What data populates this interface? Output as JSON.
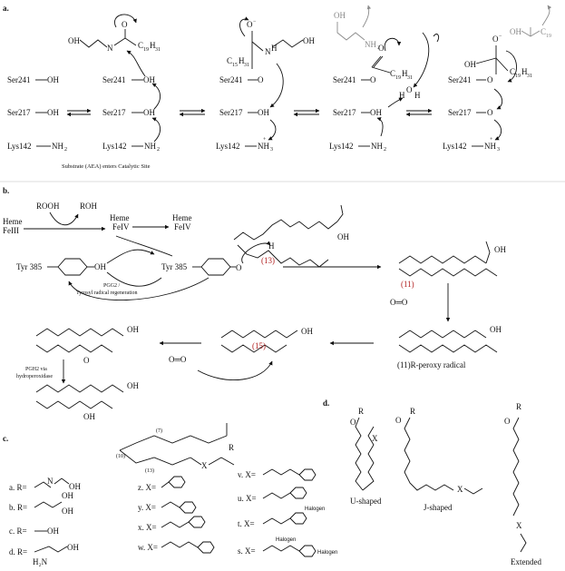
{
  "panels": {
    "a": "a.",
    "b": "b.",
    "c": "c.",
    "d": "d."
  },
  "panel_a": {
    "residues": {
      "ser241": "Ser241",
      "ser217": "Ser217",
      "lys142": "Lys142"
    },
    "groups": {
      "oh": "OH",
      "nh2": "NH",
      "nh3": "NH",
      "o": "O",
      "o_minus": "O",
      "n": "N",
      "h": "H",
      "c15": "C",
      "c19": "C"
    },
    "subs": {
      "h2": "2",
      "h3": "3",
      "c15": "15",
      "h31": "H",
      "n31": "31",
      "n19": "19"
    },
    "caption": "Substrate (AEA) enters Catalytic Site"
  },
  "panel_b": {
    "rooh": "ROOH",
    "roh": "ROH",
    "heme1": "Heme",
    "heme1_state": "FeIII",
    "heme2": "Heme",
    "heme2_state": "FeIV",
    "heme3": "Heme",
    "heme3_state": "FeIV",
    "tyr1": "Tyr 385",
    "tyr2": "Tyr 385",
    "oh": "OH",
    "o": "O",
    "h": "H",
    "regen_line1": "PGG2 /",
    "regen_line2": "Tyrosyl radical regeneration",
    "c13": "(13)",
    "c11": "(11)",
    "c15": "(15)",
    "o2": "O═O",
    "peroxy": "(11)R-peroxy radical",
    "pgh2_line1": "PGH2 via",
    "pgh2_line2": "hydroperoxidase"
  },
  "panel_c": {
    "r": "R",
    "c7": "(7)",
    "c10": "(10)",
    "c13": "(13)",
    "x": "X",
    "r_items": [
      "a. R=",
      "b. R=",
      "c. R=",
      "d. R="
    ],
    "x_items_left": [
      "z. X=",
      "y. X=",
      "x. X=",
      "w. X="
    ],
    "x_items_right": [
      "v. X=",
      "u. X=",
      "t. X=",
      "s. X="
    ],
    "oh": "OH",
    "h2n": "H₂N",
    "n": "N",
    "halogen": "Halogen"
  },
  "panel_d": {
    "r": "R",
    "o": "O",
    "x": "X",
    "shapes": [
      "U-shaped",
      "J-shaped",
      "Extended"
    ]
  }
}
